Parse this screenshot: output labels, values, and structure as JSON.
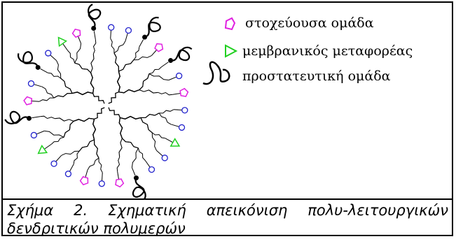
{
  "legend": {
    "items": [
      {
        "icon": "pentagon-icon",
        "label": "στοχεύουσα ομάδα",
        "color": "#e020e0"
      },
      {
        "icon": "triangle-icon",
        "label": "μεμβρανικός μεταφορέας",
        "color": "#20d020"
      },
      {
        "icon": "squiggle-icon",
        "label": "προστατευτική ομάδα",
        "color": "#000000"
      }
    ]
  },
  "caption": "Σχήμα 2. Σχηματική απεικόνιση πολυ-λειτουργικών δενδριτικών πολυμερών",
  "colors": {
    "blue_end_group": "#2222cc",
    "pink_target": "#e020e0",
    "green_carrier": "#20d020",
    "line": "#000000"
  }
}
